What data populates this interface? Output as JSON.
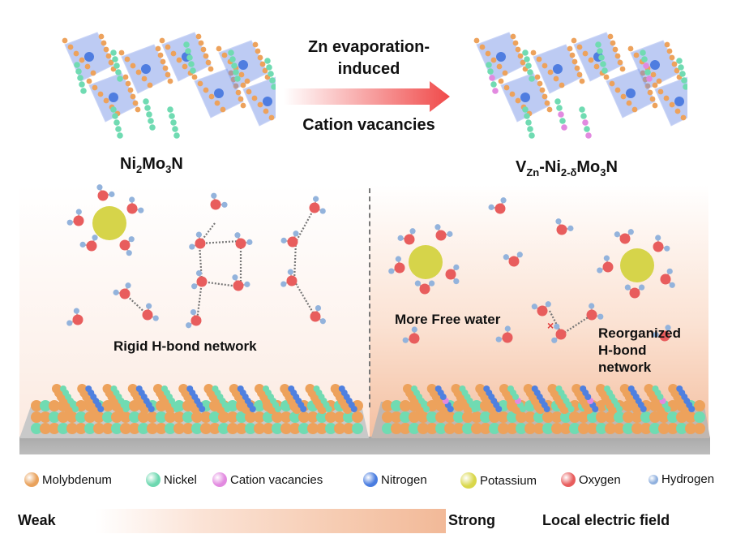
{
  "top": {
    "left_formula": {
      "base": [
        "Ni",
        "Mo",
        "N"
      ],
      "subs": [
        "2",
        "3",
        ""
      ],
      "display": "Ni2Mo3N"
    },
    "right_formula": {
      "prefix": "V",
      "prefix_sub": "Zn",
      "parts": [
        "-Ni",
        "Mo",
        "N"
      ],
      "subs": [
        "2-δ",
        "3",
        ""
      ],
      "display": "VZn-Ni2-δMo3N"
    },
    "arrow_label_top_line1": "Zn evaporation-",
    "arrow_label_top_line2": "induced",
    "arrow_label_bottom": "Cation vacancies",
    "arrow_color": "#f04a4a"
  },
  "panels": {
    "left": {
      "label": "Rigid H-bond network"
    },
    "right": {
      "label_free_water": "More Free water",
      "label_reorg_line1": "Reorganized",
      "label_reorg_line2": "H-bond",
      "label_reorg_line3": "network"
    }
  },
  "legend": [
    {
      "name": "Molybdenum",
      "color": "#e9a25c"
    },
    {
      "name": "Nickel",
      "color": "#6dd8b0"
    },
    {
      "name": "Cation vacancies",
      "color": "#e28ae0"
    },
    {
      "name": "Nitrogen",
      "color": "#4a7de0"
    },
    {
      "name": "Potassium",
      "color": "#d9d74a"
    },
    {
      "name": "Oxygen",
      "color": "#e85d5d"
    },
    {
      "name": "Hydrogen",
      "color": "#8fb0de"
    }
  ],
  "field_scale": {
    "weak": "Weak",
    "strong": "Strong",
    "title": "Local electric field"
  },
  "colors": {
    "oxygen": "#e85d5d",
    "hydrogen": "#93b3dc",
    "potassium": "#d6d44a",
    "mo": "#eda25c",
    "ni": "#70dbb2",
    "n": "#4f80e0",
    "vac": "#e28ae0"
  }
}
